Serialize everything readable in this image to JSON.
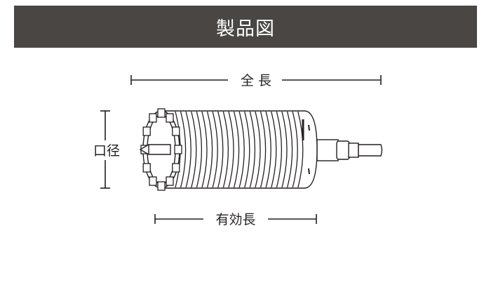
{
  "header": {
    "title": "製品図"
  },
  "dimensions": {
    "overall_length": "全 長",
    "diameter": "口径",
    "effective_length": "有効長"
  },
  "colors": {
    "header_bg": "#4a4644",
    "line": "#231f20"
  }
}
